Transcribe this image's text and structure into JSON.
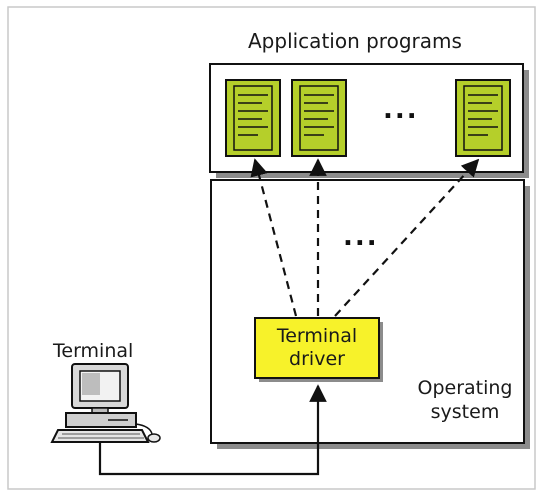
{
  "labels": {
    "application_programs": "Application programs",
    "terminal": "Terminal",
    "terminal_driver_line1": "Terminal",
    "terminal_driver_line2": "driver",
    "operating_system_line1": "Operating",
    "operating_system_line2": "system",
    "ellipsis_apps": "...",
    "ellipsis_arrows": "..."
  },
  "colors": {
    "program_fill": "#b5cf2a",
    "driver_fill": "#f7f22a",
    "box_shadow": "#8c8c8c",
    "line": "#111111"
  },
  "icons": {
    "program": "document-icon",
    "terminal": "computer-terminal-icon"
  }
}
